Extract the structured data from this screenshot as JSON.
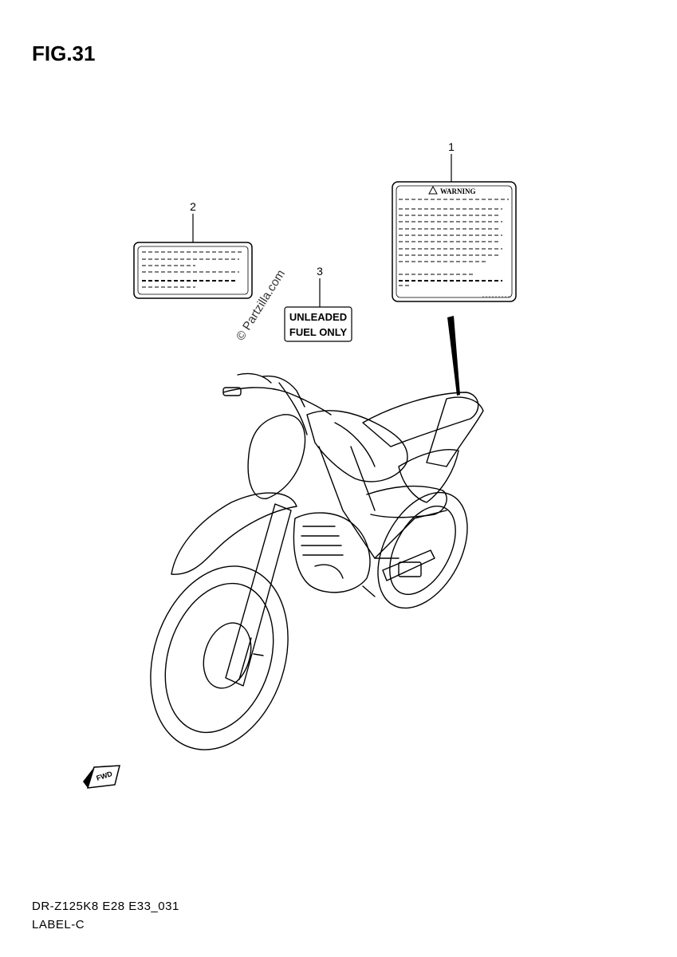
{
  "figure": {
    "title": "FIG.31",
    "watermark": "© Partzilla.com"
  },
  "parts": [
    {
      "callout": "1",
      "part": "warning-label",
      "text": "WARNING"
    },
    {
      "callout": "2",
      "part": "info-label"
    },
    {
      "callout": "3",
      "part": "fuel-label",
      "lines": [
        "UNLEADED",
        "FUEL ONLY"
      ]
    }
  ],
  "direction_marker": "FWD",
  "footer": {
    "code": "DR-Z125K8 E28 E33_031",
    "section": "LABEL-C"
  }
}
